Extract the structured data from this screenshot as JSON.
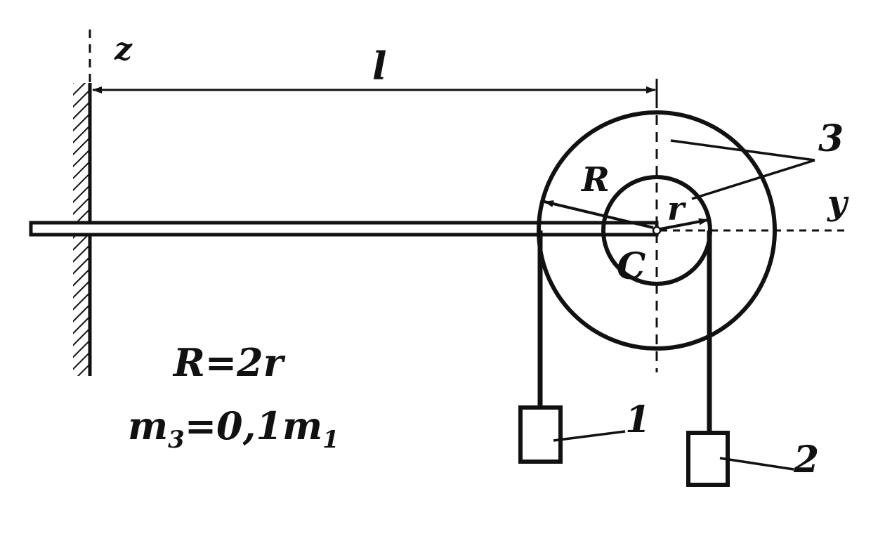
{
  "labels": {
    "axis_z": "z",
    "axis_y": "y",
    "length": "l",
    "big_radius": "R",
    "small_radius": "r",
    "center": "C",
    "body_3": "3",
    "body_1": "1",
    "body_2": "2"
  },
  "givens": {
    "line1": "R=2r",
    "line2_main": "m",
    "line2_sub3": "3",
    "line2_eq": "=0,1m",
    "line2_sub1": "1"
  },
  "colors": {
    "ink": "#111111",
    "paper": "#ffffff"
  }
}
